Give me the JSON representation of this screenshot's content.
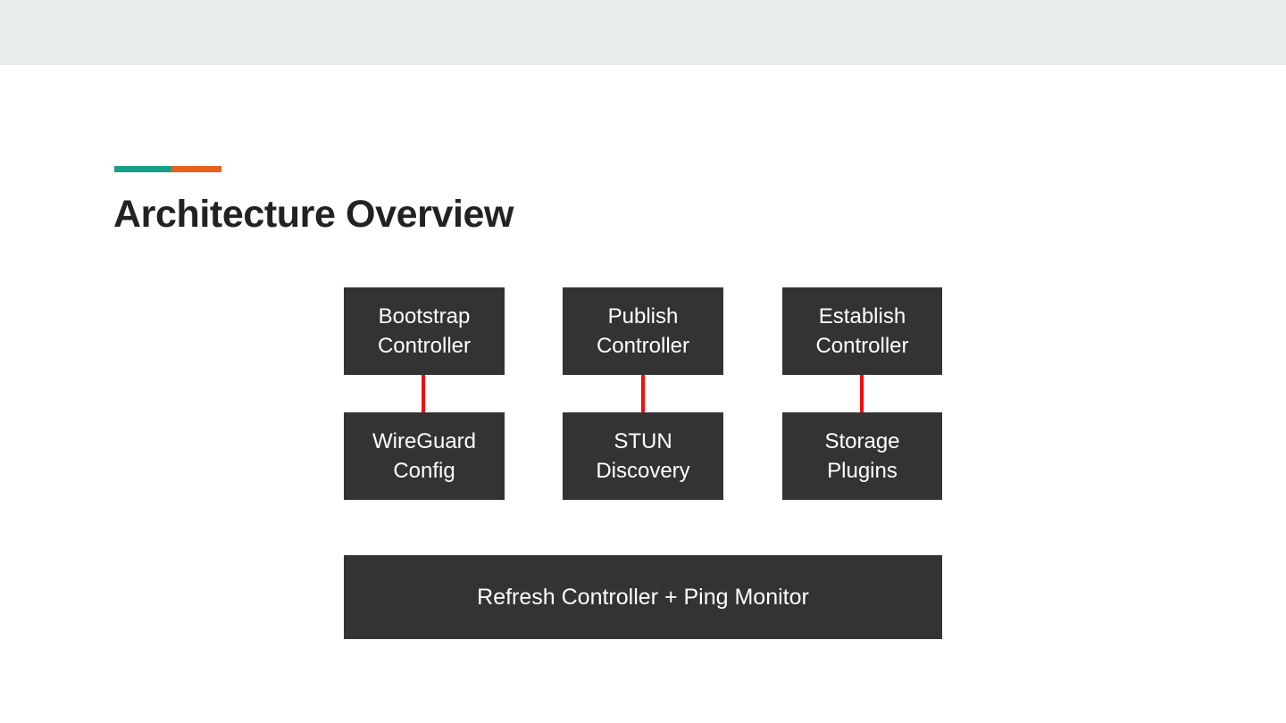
{
  "slide": {
    "title": "Architecture Overview",
    "accent": {
      "left_color": "#16a085",
      "right_color": "#e8601c"
    },
    "band_color": "#e9ecec",
    "node_color": "#333333",
    "node_text_color": "#ffffff",
    "connector_color": "#f20d0d"
  },
  "diagram": {
    "type": "block-diagram",
    "columns": [
      {
        "top": "Bootstrap\nController",
        "bottom": "WireGuard\nConfig",
        "connector": true
      },
      {
        "top": "Publish\nController",
        "bottom": "STUN\nDiscovery",
        "connector": true
      },
      {
        "top": "Establish\nController",
        "bottom": "Storage\nPlugins",
        "connector": true
      }
    ],
    "footer_node": "Refresh Controller + Ping Monitor"
  }
}
